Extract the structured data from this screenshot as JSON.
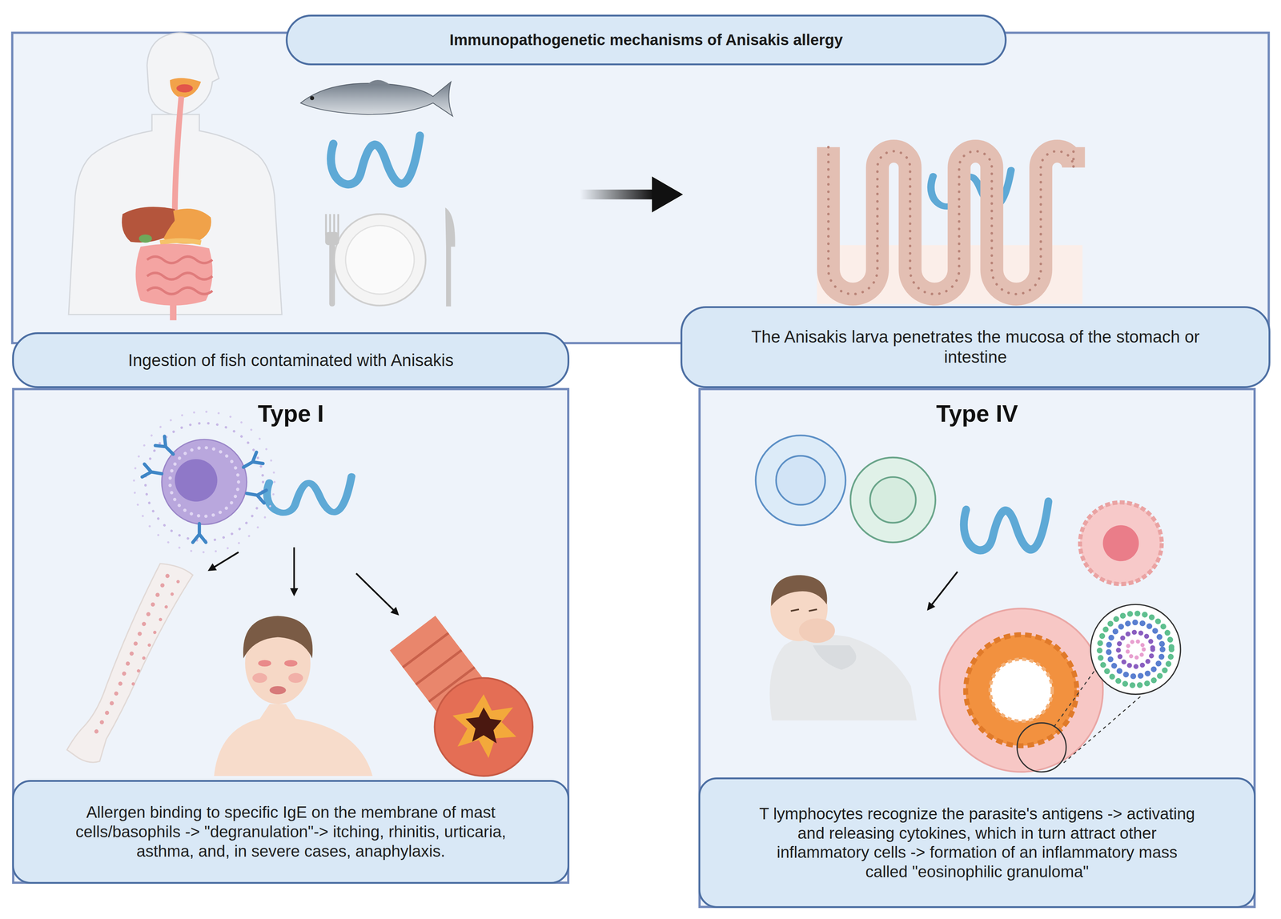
{
  "diagram": {
    "title": "Immunopathogenetic mechanisms of Anisakis allergy",
    "nodes": [
      {
        "text": [
          "Ingestion of fish contaminated with Anisakis"
        ]
      },
      {
        "text": [
          "The Anisakis larva penetrates the mucosa of the stomach or intestine"
        ]
      },
      {
        "text": [
          "Type I"
        ]
      },
      {
        "text": [
          "Allergen binding to specific IgE on the membrane of mast cells/basophils -> \"degranulation\"-> itching, rhinitis, urticaria, asthma, and, in severe cases, anaphylaxis."
        ],
        "in": 2
      },
      {
        "text": [
          "Type IV"
        ]
      },
      {
        "text": [
          "T lymphocytes recognize the parasite's antigens -> activating and releasing cytokines, which in turn attract other inflammatory cells -> formation of an inflammatory mass called \"eosinophilic granuloma\""
        ],
        "in": 4
      }
    ]
  }
}
